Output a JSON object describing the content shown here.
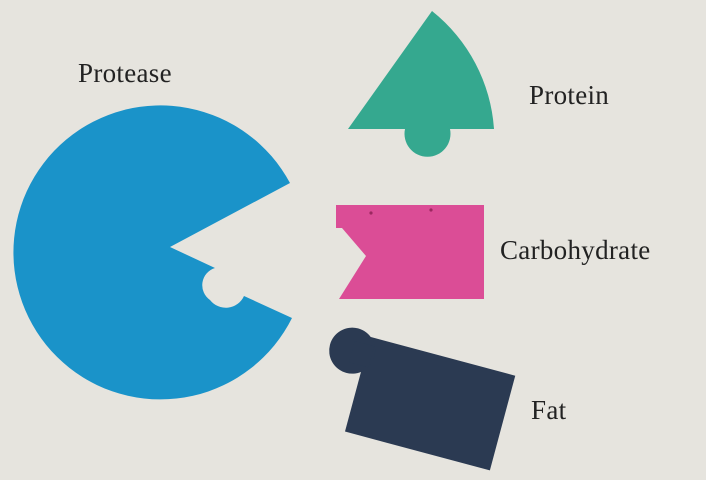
{
  "labels": {
    "protease": "Protease",
    "protein": "Protein",
    "carbohydrate": "Carbohydrate",
    "fat": "Fat"
  },
  "colors": {
    "background": "#e6e4de",
    "protease": "#1a93c9",
    "protein": "#35a88f",
    "carbohydrate": "#db4d96",
    "fat": "#2b3a52",
    "text": "#222222"
  },
  "shapes": {
    "protease": "pacman-enzyme-with-notched-active-site",
    "protein": "fan-shape-with-round-knob",
    "carbohydrate": "rectangle-with-v-notch",
    "fat": "tilted-block-with-round-knob"
  }
}
